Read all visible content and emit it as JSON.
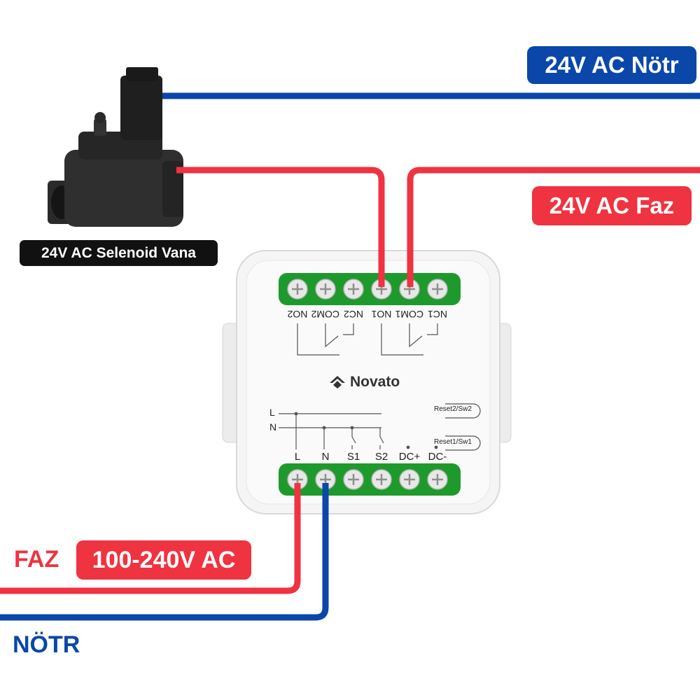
{
  "labels": {
    "neutral_24v": "24V AC Nötr",
    "phase_24v": "24V AC Faz",
    "valve": "24V AC Selenoid Vana",
    "mains_voltage": "100-240V AC",
    "faz": "FAZ",
    "notr": "NÖTR"
  },
  "device": {
    "brand": "Novato",
    "top_terminals": [
      "NO2",
      "COM2",
      "NC2",
      "NO1",
      "COM1",
      "NC1"
    ],
    "bottom_terminals": [
      "L",
      "N",
      "S1",
      "S2",
      "DC+",
      "DC-"
    ],
    "rail_labels": [
      "L",
      "N"
    ],
    "reset_buttons": [
      "Reset2/Sw2",
      "Reset1/Sw1"
    ]
  },
  "colors": {
    "phase": "#ef3340",
    "neutral": "#0a47a9",
    "terminal_block": "#1e9a2c",
    "device_body": "#f4f4f4"
  }
}
